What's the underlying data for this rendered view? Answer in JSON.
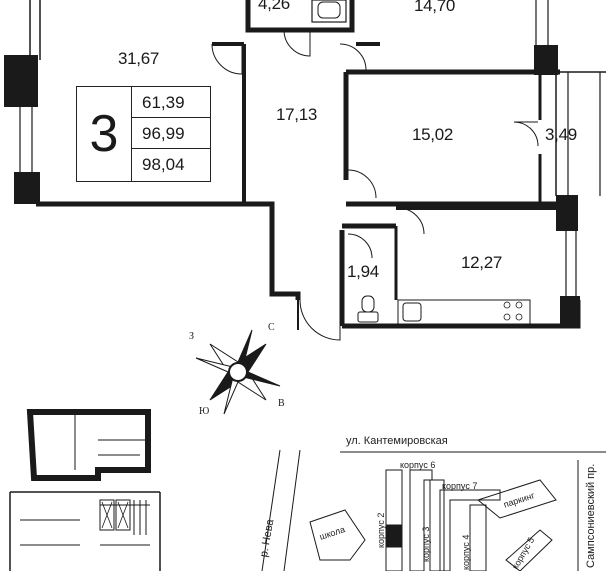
{
  "rooms": [
    {
      "id": "bedroom-top",
      "area": "14,70"
    },
    {
      "id": "bathroom-top",
      "area": "4,26"
    },
    {
      "id": "living",
      "area": "31,67"
    },
    {
      "id": "hall",
      "area": "17,13"
    },
    {
      "id": "bedroom-mid",
      "area": "15,02"
    },
    {
      "id": "balcony",
      "area": "3,49"
    },
    {
      "id": "kitchen",
      "area": "12,27"
    },
    {
      "id": "wc",
      "area": "1,94"
    }
  ],
  "summary": {
    "room_count": "3",
    "area_living": "61,39",
    "area_total": "96,99",
    "area_with_balcony": "98,04"
  },
  "compass": {
    "n": "С",
    "e": "В",
    "s": "Ю",
    "w": "З"
  },
  "site_map": {
    "street_top": "ул. Кантемировская",
    "street_right": "Сампсониевский пр.",
    "river": "р. Нева",
    "school": "школа",
    "parking": "паркинг",
    "buildings": [
      "корпус 2",
      "корпус 3",
      "корпус 4",
      "корпус 5",
      "корпус 6",
      "корпус 7"
    ]
  }
}
